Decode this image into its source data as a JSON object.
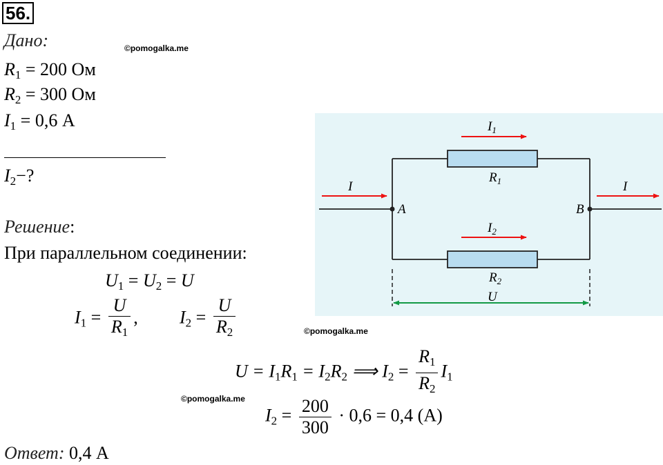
{
  "problem_number": "56.",
  "given": {
    "heading": "Дано:",
    "r1": {
      "sym": "R",
      "sub": "1",
      "rest": " = 200 Ом"
    },
    "r2": {
      "sym": "R",
      "sub": "2",
      "rest": " = 300 Ом"
    },
    "i1": {
      "sym": "I",
      "sub": "1",
      "rest": " = 0,6 А"
    },
    "find": {
      "sym": "I",
      "sub": "2",
      "rest": "−?"
    }
  },
  "watermark": "©pomogalka.me",
  "solution": {
    "heading": "Решение",
    "colon": ":",
    "intro": "При параллельном соединении:",
    "eq_voltage": {
      "U1": "U",
      "s1": "1",
      "eq1": " = ",
      "U2": "U",
      "s2": "2",
      "eq2": " = ",
      "U": "U"
    },
    "eq_i1": {
      "lhs": "I",
      "sub": "1",
      "eq": " = ",
      "num": "U",
      "den": "R",
      "den_sub": "1",
      "tail": ","
    },
    "eq_i2": {
      "lhs": "I",
      "sub": "2",
      "eq": " = ",
      "num": "U",
      "den": "R",
      "den_sub": "2"
    },
    "eq_chain": {
      "a": "U = I",
      "a1": "1",
      "b": "R",
      "b1": "1",
      "c": " = I",
      "c1": "2",
      "d": "R",
      "d1": "2",
      "arrow": "  ⟹ I",
      "arrow_sub": "2",
      "eq": " = ",
      "num": "R",
      "num_sub": "1",
      "den": "R",
      "den_sub": "2",
      "tail": "I",
      "tail_sub": "1"
    },
    "eq_result": {
      "lhs": "I",
      "sub": "2",
      "eq": " = ",
      "num": "200",
      "den": "300",
      "tail": " · 0,6 = 0,4 (А)"
    }
  },
  "answer": {
    "label": "Ответ:",
    "value": " 0,4 А"
  },
  "circuit": {
    "background": "#e6f5f8",
    "resistor_color": "#b8dcf0",
    "arrow_color": "#ee1111",
    "voltage_color": "#119944",
    "labels": {
      "I_left": "I",
      "I_right": "I",
      "I1": "I",
      "I1_sub": "1",
      "I2": "I",
      "I2_sub": "2",
      "R1": "R",
      "R1_sub": "1",
      "R2": "R",
      "R2_sub": "2",
      "A": "A",
      "B": "B",
      "U": "U"
    }
  }
}
